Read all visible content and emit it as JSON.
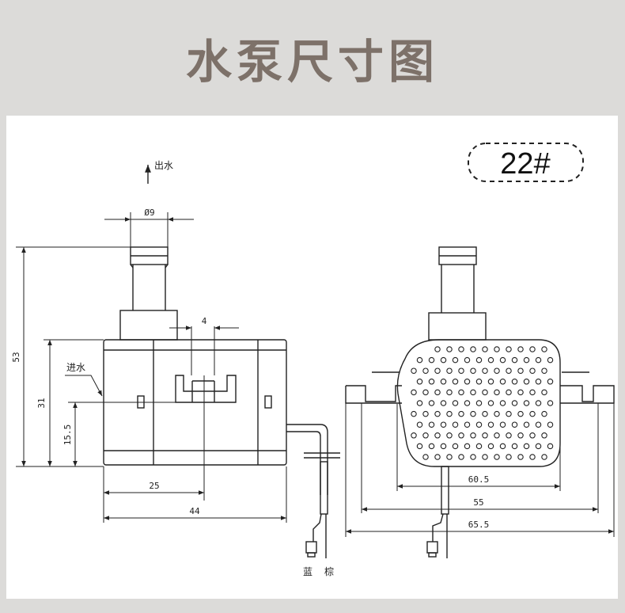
{
  "header": {
    "title": "水泵尺寸图"
  },
  "model_badge": {
    "label": "22#"
  },
  "side_view": {
    "outlet_label": "出水",
    "inlet_label": "进水",
    "dimensions": {
      "outlet_diameter": "Ø9",
      "slot_width": "4",
      "total_height": "53",
      "body_height": "31",
      "inlet_height": "15.5",
      "inlet_offset": "25",
      "body_length": "44"
    },
    "wire_labels": {
      "blue": "蓝",
      "brown": "棕"
    }
  },
  "front_view": {
    "dimensions": {
      "grille_width": "60.5",
      "body_width": "55",
      "total_width": "65.5"
    }
  },
  "colors": {
    "title": "#7d7169",
    "background": "#dcdbd9",
    "panel": "#ffffff",
    "line": "#222222"
  }
}
